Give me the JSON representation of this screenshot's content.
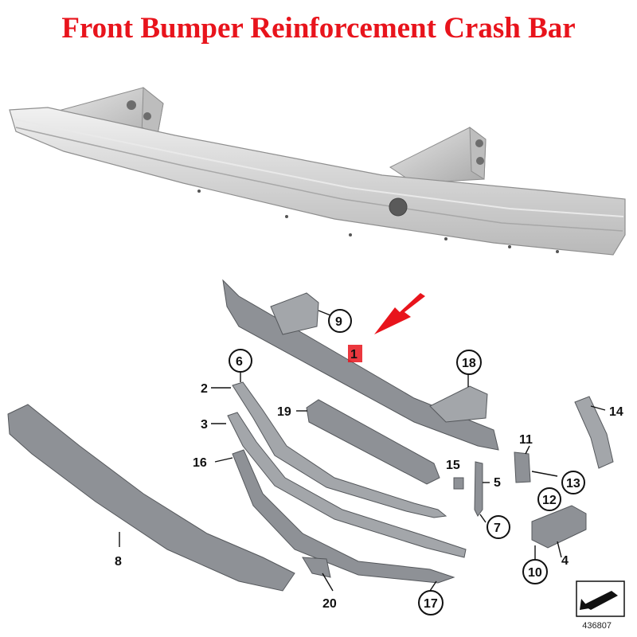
{
  "title": "Front Bumper Reinforcement Crash Bar",
  "catalog_number": "436807",
  "colors": {
    "title": "#e8141c",
    "arrow": "#e8141c",
    "highlight": "#e8141c"
  },
  "labels": {
    "p1": "1",
    "p2": "2",
    "p3": "3",
    "p4": "4",
    "p5": "5",
    "p6": "6",
    "p7": "7",
    "p8": "8",
    "p9": "9",
    "p10": "10",
    "p11": "11",
    "p12": "12",
    "p13": "13",
    "p14": "14",
    "p15": "15",
    "p16": "16",
    "p17": "17",
    "p18": "18",
    "p19": "19",
    "p20": "20"
  }
}
